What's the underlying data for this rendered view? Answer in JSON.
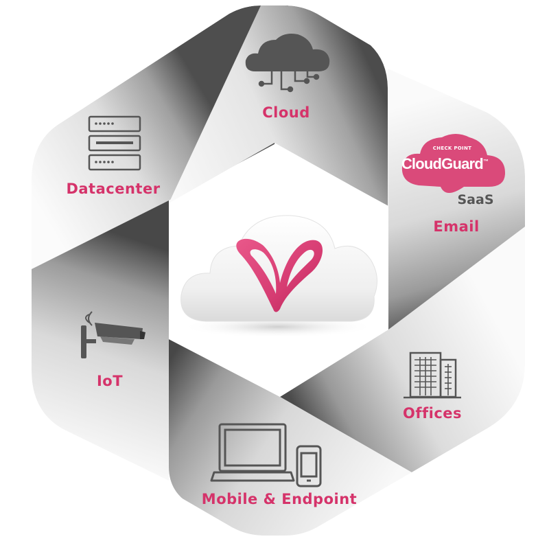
{
  "diagram": {
    "segments": [
      {
        "id": "cloud",
        "label": "Cloud",
        "icon": "cloud-network-icon"
      },
      {
        "id": "email",
        "label": "Email",
        "icon": "cloudguard-saas-badge"
      },
      {
        "id": "offices",
        "label": "Offices",
        "icon": "office-buildings-icon"
      },
      {
        "id": "mobile",
        "label": "Mobile & Endpoint",
        "icon": "laptop-phone-icon"
      },
      {
        "id": "iot",
        "label": "IoT",
        "icon": "security-camera-icon"
      },
      {
        "id": "datacenter",
        "label": "Datacenter",
        "icon": "server-rack-icon"
      }
    ],
    "center": {
      "icon": "infinity-heart-cloud-logo"
    },
    "badge": {
      "top": "CHECK POINT",
      "brand": "CloudGuard",
      "tm": "™",
      "sub": "SaaS"
    }
  },
  "colors": {
    "label": "#D5336A",
    "icon": "#555555",
    "accent": "#D63C72",
    "badge_bg": "#DA4A7A"
  }
}
